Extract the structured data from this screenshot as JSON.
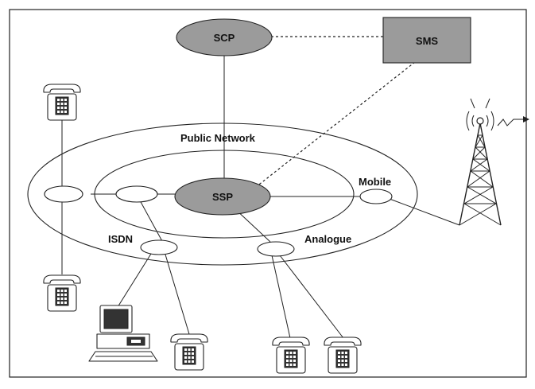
{
  "colors": {
    "service_node_fill": "#9b9b9b",
    "line": "#222222",
    "background": "#ffffff"
  },
  "nodes": {
    "scp": "SCP",
    "sms": "SMS",
    "ssp": "SSP"
  },
  "labels": {
    "public_network": "Public Network",
    "mobile": "Mobile",
    "isdn": "ISDN",
    "analogue": "Analogue"
  },
  "icons": [
    "telephone-icon",
    "computer-icon",
    "radio-mast-icon"
  ]
}
